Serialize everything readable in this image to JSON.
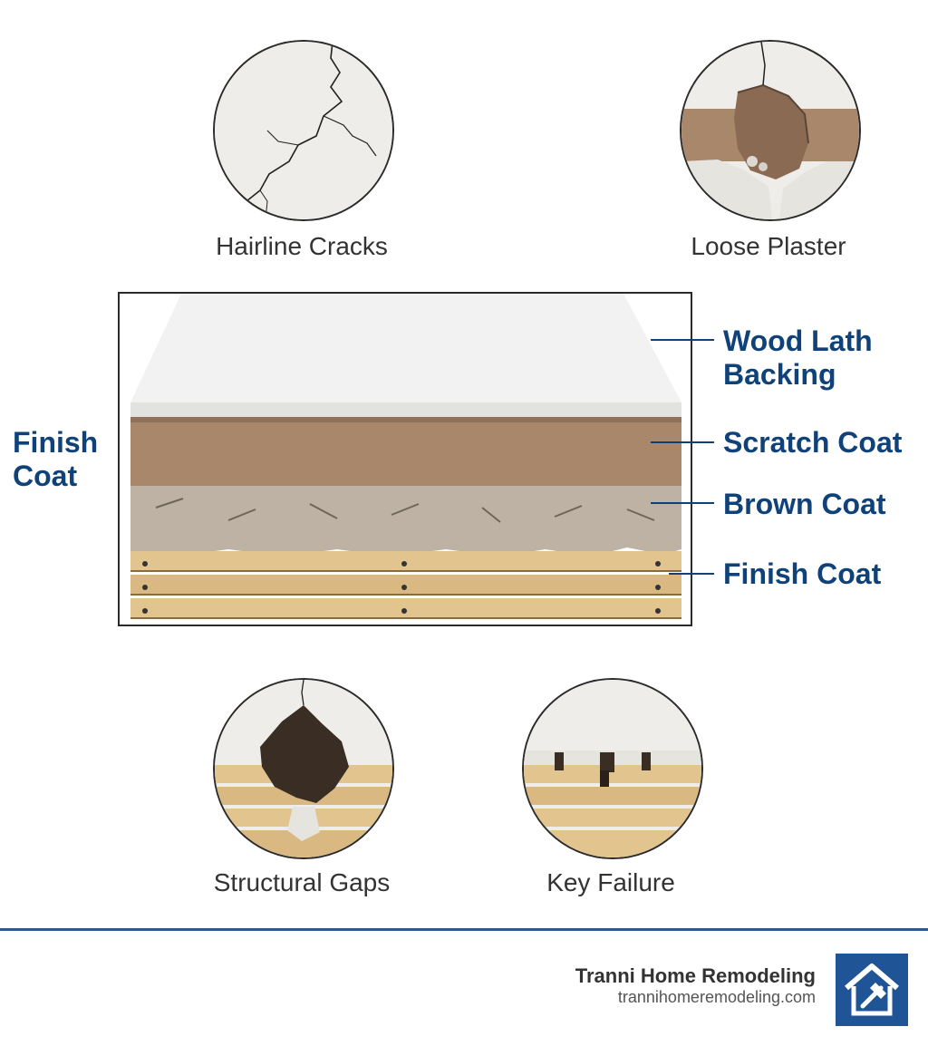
{
  "defects": {
    "hairline_cracks": "Hairline Cracks",
    "loose_plaster": "Loose Plaster",
    "structural_gaps": "Structural Gaps",
    "key_failure": "Key Failure"
  },
  "layers": {
    "left_label": "Finish\nCoat",
    "wood_lath_backing": "Wood Lath\nBacking",
    "scratch_coat": "Scratch Coat",
    "brown_coat": "Brown Coat",
    "finish_coat": "Finish Coat"
  },
  "footer": {
    "company": "Tranni Home Remodeling",
    "url": "trannihomeremodeling.com",
    "logo_icon": "house-hammer-icon"
  },
  "colors": {
    "label_blue": "#10427a",
    "rule_blue": "#2c5a8c",
    "logo_blue": "#1f5596"
  }
}
